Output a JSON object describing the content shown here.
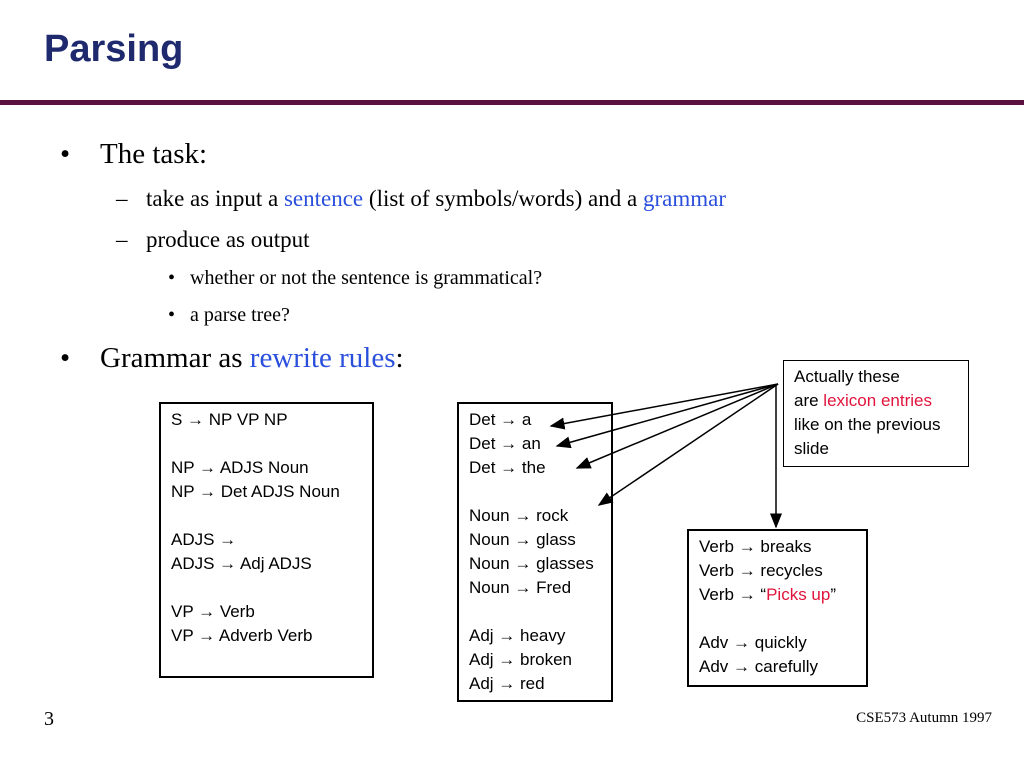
{
  "slide": {
    "title": "Parsing",
    "page_number": "3",
    "footer_text": "CSE573 Autumn 1997",
    "colors": {
      "title": "#1f2a6e",
      "rule": "#5a1140",
      "accent": "#2a4fdc",
      "highlight": "#e0143c"
    }
  },
  "bullets": {
    "task": {
      "label": "The task:",
      "input_line": {
        "pre": "take as input a ",
        "term1": "sentence",
        "mid": " (list of symbols/words) and a ",
        "term2": "grammar"
      },
      "output_line": "produce as output",
      "sub": [
        "whether or not the sentence is grammatical?",
        "a parse tree?"
      ]
    },
    "grammar": {
      "pre": "Grammar as ",
      "term": "rewrite rules",
      "post": ":"
    }
  },
  "rules": {
    "arrow": "→",
    "syntax": [
      "S  →  NP VP NP",
      "",
      "NP → ADJS Noun",
      "NP → Det ADJS  Noun",
      "",
      "ADJS →",
      "ADJS → Adj ADJS",
      "",
      "VP → Verb",
      "VP → Adverb Verb"
    ],
    "lexicon1": [
      "Det → a",
      "Det → an",
      "Det → the",
      "",
      "Noun → rock",
      "Noun → glass",
      "Noun → glasses",
      "Noun → Fred",
      "",
      "Adj → heavy",
      "Adj → broken",
      "Adj → red"
    ],
    "lexicon2": {
      "verb1": "Verb → breaks",
      "verb2": "Verb → recycles",
      "verb3_pre": "Verb → “",
      "verb3_term": "Picks up",
      "verb3_post": "”",
      "adv1": "Adv → quickly",
      "adv2": "Adv → carefully"
    }
  },
  "callout": {
    "line1": "Actually these",
    "line2_pre": "are ",
    "line2_term": "lexicon entries",
    "line3": "like on the previous",
    "line4": "slide"
  }
}
